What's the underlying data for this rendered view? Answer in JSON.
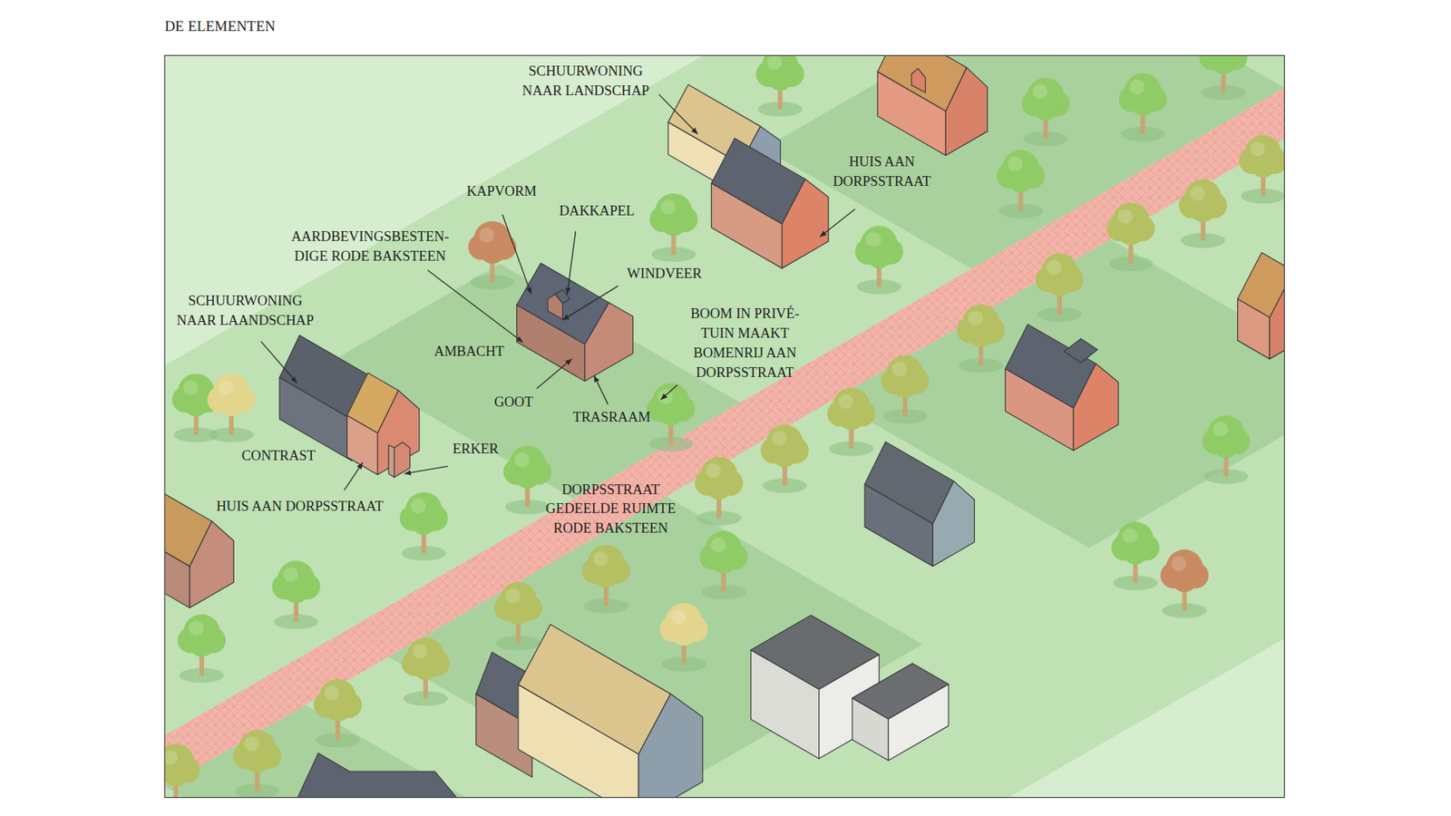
{
  "diagram": {
    "title": "DE ELEMENTEN",
    "labels": [
      "SCHUURWONING NAAR LANDSCHAP",
      "HUIS AAN DORPSSTRAAT",
      "KAPVORM",
      "DAKKAPEL",
      "AARDBEVINGSBESTEN- DIGE RODE BAKSTEEN",
      "WINDVEER",
      "SCHUURWONING NAAR LAANDSCHAP",
      "BOOM IN PRIVÉ- TUIN MAAKT BOMENRIJ AAN DORPSSTRAAT",
      "AMBACHT",
      "GOOT",
      "TRASRAAM",
      "CONTRAST",
      "ERKER",
      "HUIS AAN DORPSSTRAAT",
      "DORPSSTRAAT GEDEELDE RUIMTE RODE BAKSTEEN"
    ]
  }
}
